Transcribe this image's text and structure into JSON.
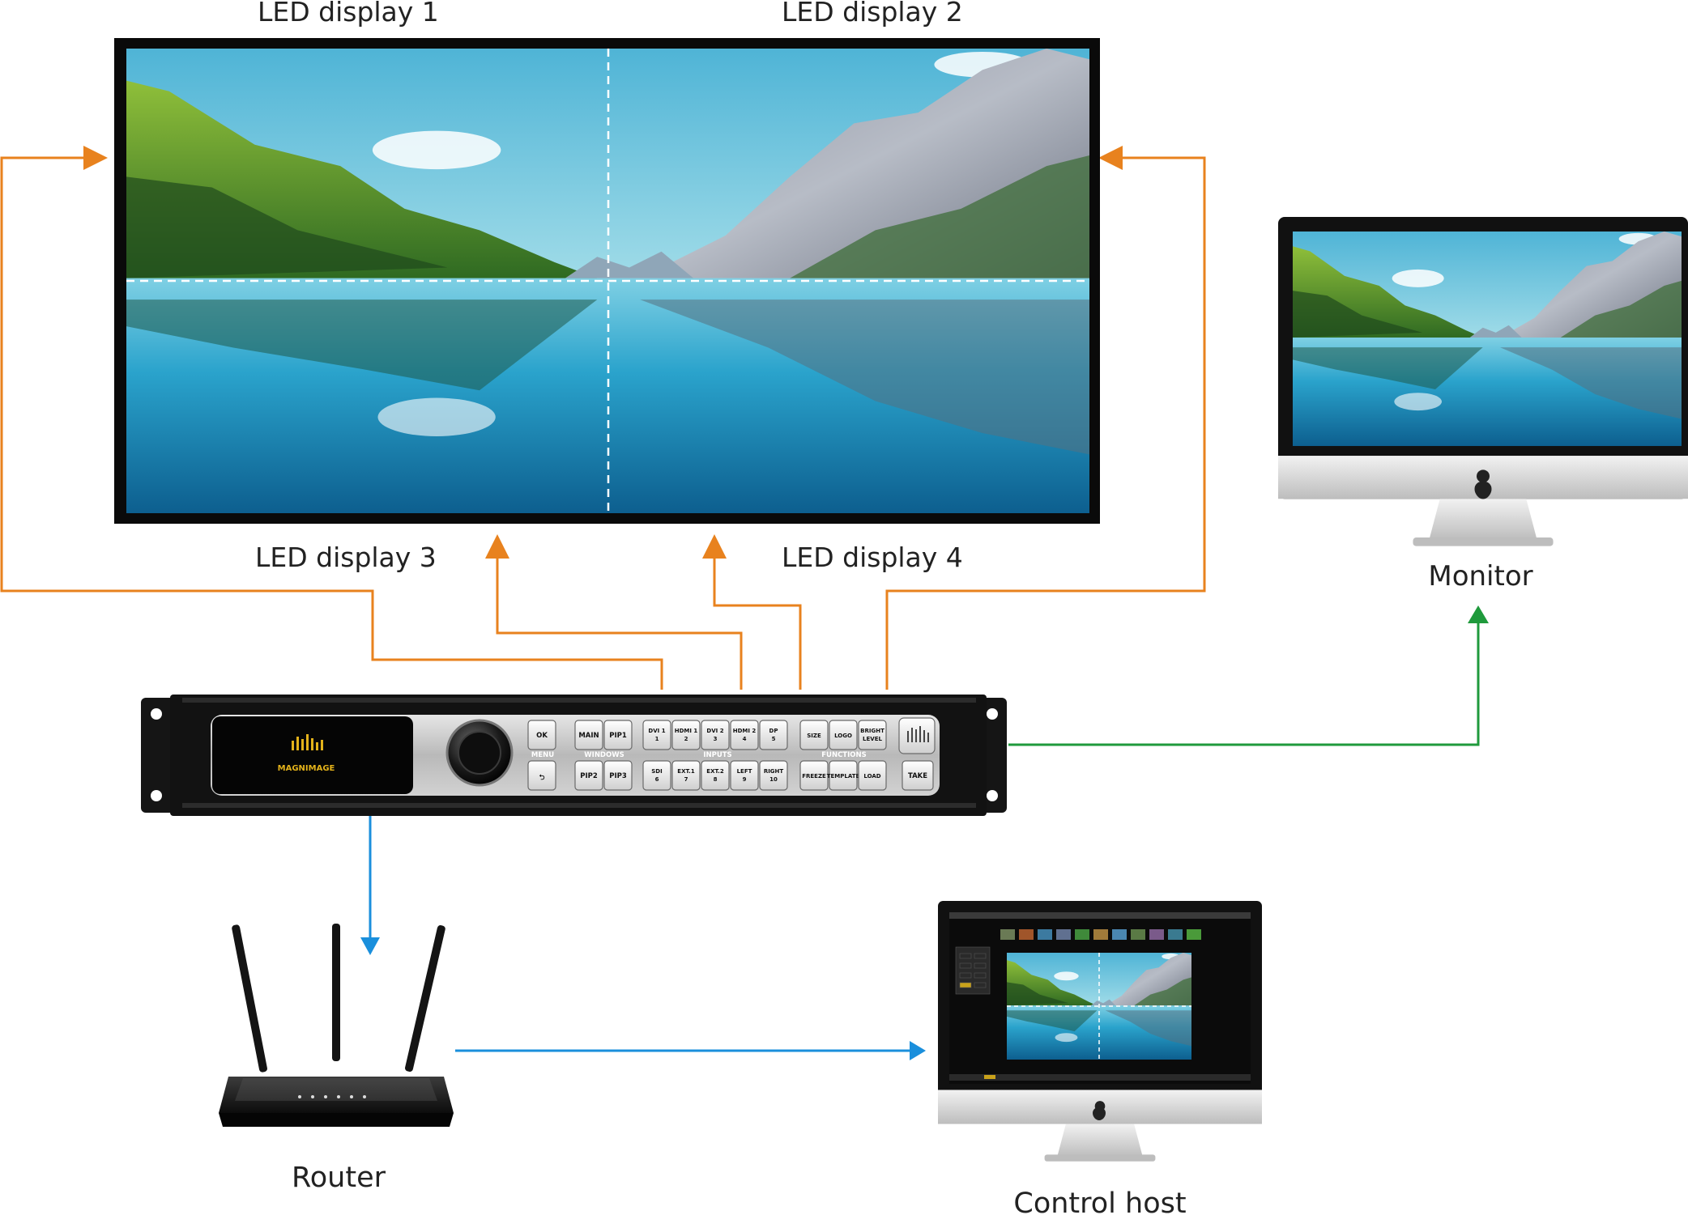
{
  "labels": {
    "led1": "LED display 1",
    "led2": "LED display 2",
    "led3": "LED display 3",
    "led4": "LED display 4",
    "monitor": "Monitor",
    "router": "Router",
    "control_host": "Control host"
  },
  "processor": {
    "brand": "MAGNIMAGE",
    "groups": {
      "menu": "MENU",
      "windows": "WINDOWS",
      "inputs": "INPUTS",
      "functions": "FUNCTIONS"
    },
    "buttons": {
      "ok": "OK",
      "back": "⮌",
      "main": "MAIN",
      "pip1": "PIP1",
      "pip2": "PIP2",
      "pip3": "PIP3",
      "dvi1": "DVI 1",
      "dvi1_n": "1",
      "hdmi1": "HDMI 1",
      "hdmi1_n": "2",
      "dvi2": "DVI 2",
      "dvi2_n": "3",
      "hdmi2": "HDMI 2",
      "hdmi2_n": "4",
      "dp": "DP",
      "dp_n": "5",
      "sdi": "SDI",
      "sdi_n": "6",
      "ext1": "EXT.1",
      "ext1_n": "7",
      "ext2": "EXT.2",
      "ext2_n": "8",
      "left": "LEFT",
      "left_n": "9",
      "right": "RIGHT",
      "right_n": "10",
      "size": "SIZE",
      "logo": "LOGO",
      "bright": "BRIGHT",
      "bright2": "LEVEL",
      "freeze": "FREEZE",
      "template": "TEMPLATE",
      "load": "LOAD",
      "take": "TAKE"
    }
  },
  "colors": {
    "output_lines": "#e8821e",
    "monitor_line": "#1f9a3c",
    "network_lines": "#1a8fdc"
  }
}
